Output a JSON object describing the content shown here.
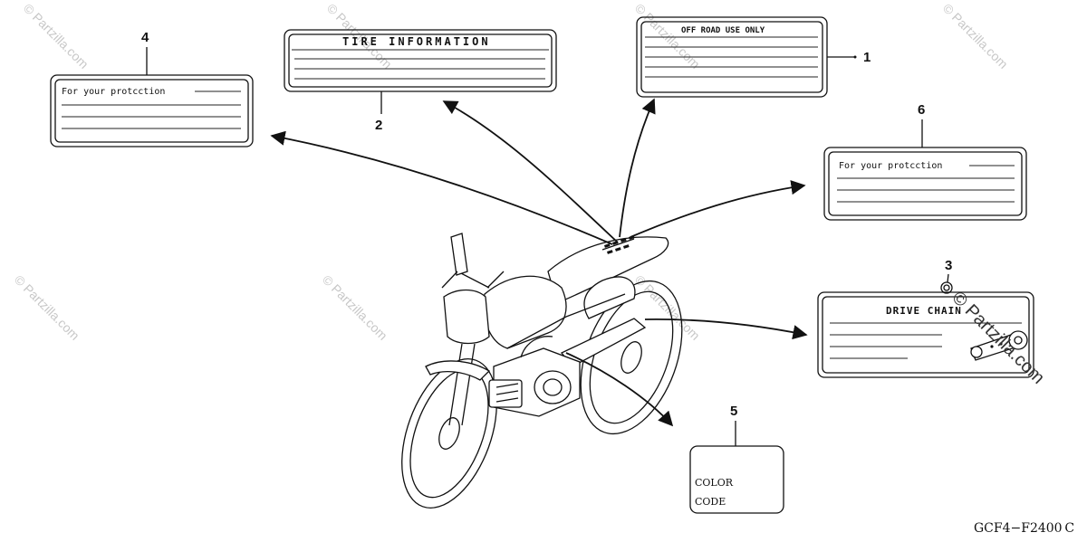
{
  "diagram_code": "GCF4−F2400 C",
  "watermark": "© Partzilla.com",
  "callouts": [
    {
      "number": "1",
      "label_text": "OFF ROAD USE ONLY"
    },
    {
      "number": "2",
      "label_text": "TIRE INFORMATION"
    },
    {
      "number": "3",
      "label_text": "DRIVE CHAIN"
    },
    {
      "number": "4",
      "label_text": "For your protcction"
    },
    {
      "number": "5",
      "label_text_line1": "COLOR",
      "label_text_line2": "CODE"
    },
    {
      "number": "6",
      "label_text": "For your protcction"
    }
  ]
}
